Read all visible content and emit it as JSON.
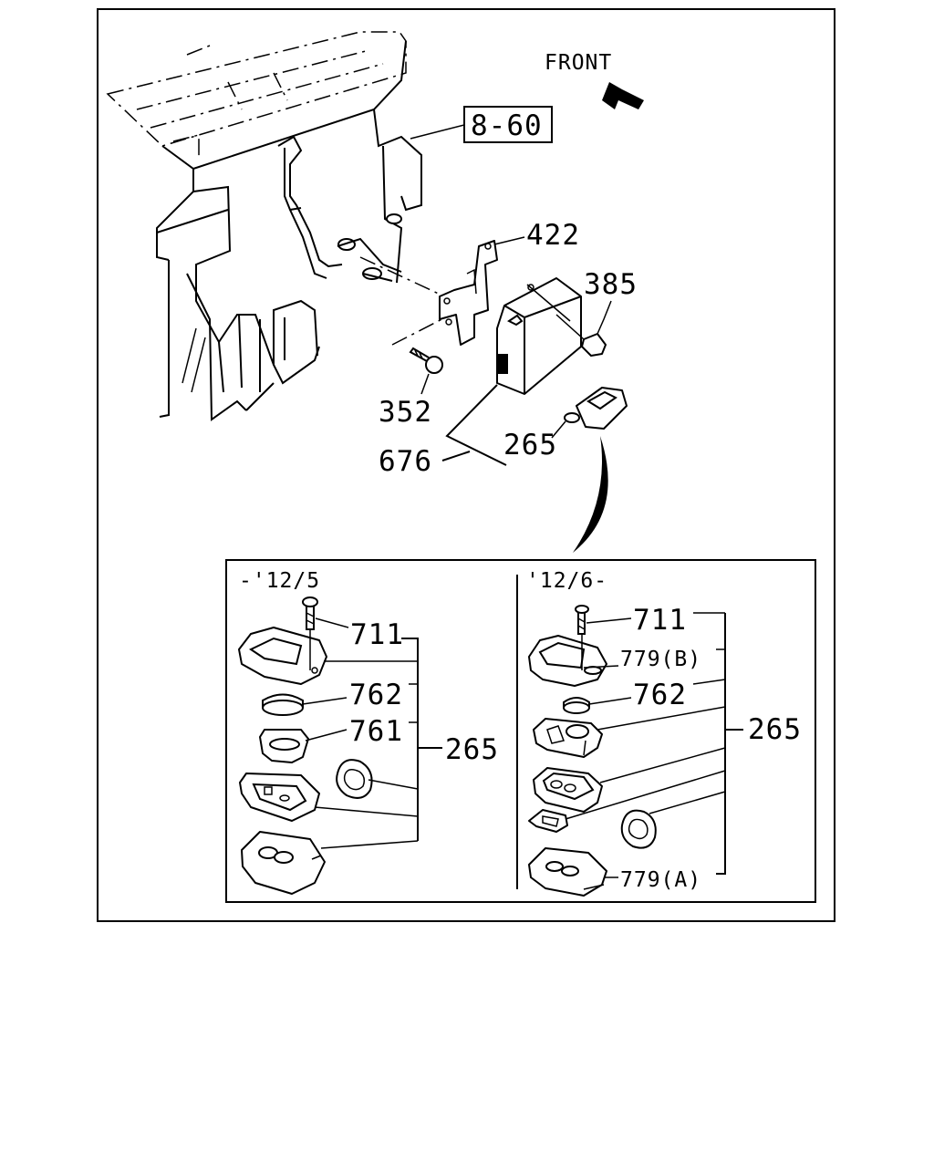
{
  "diagram": {
    "direction_label": "FRONT",
    "reference_box": "8-60",
    "main_labels": {
      "bracket": "422",
      "bolt": "385",
      "screw": "352",
      "module": "676",
      "key_fob": "265"
    },
    "left_panel": {
      "header": "-'12/5",
      "labels": {
        "screw": "711",
        "case_top": "",
        "battery": "762",
        "battery_holder": "761",
        "assembly": "265"
      }
    },
    "right_panel": {
      "header": "'12/6-",
      "labels": {
        "screw": "711",
        "case_top": "779(B)",
        "battery": "762",
        "assembly": "265",
        "case_bottom": "779(A)"
      }
    }
  }
}
